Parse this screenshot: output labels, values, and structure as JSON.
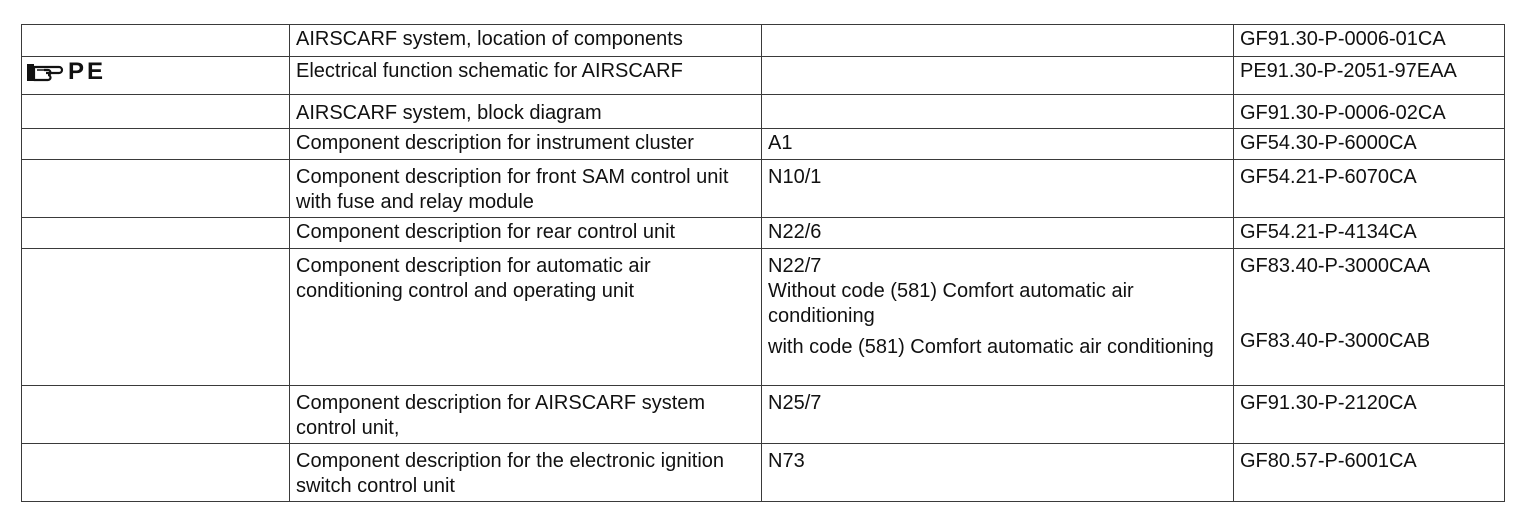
{
  "rows": [
    {
      "marker": "",
      "title": "AIRSCARF system, location of components",
      "code": "",
      "ref": "GF91.30-P-0006-01CA"
    },
    {
      "marker": "PE",
      "title": "Electrical function schematic for AIRSCARF",
      "code": "",
      "ref": "PE91.30-P-2051-97EAA"
    },
    {
      "marker": "",
      "title": "AIRSCARF system, block diagram",
      "code": "",
      "ref": "GF91.30-P-0006-02CA"
    },
    {
      "marker": "",
      "title": "Component description for instrument cluster",
      "code": "A1",
      "ref": "GF54.30-P-6000CA"
    },
    {
      "marker": "",
      "title": "Component description for front SAM control unit with fuse and relay module",
      "code": "N10/1",
      "ref": "GF54.21-P-6070CA"
    },
    {
      "marker": "",
      "title": "Component description for rear control unit",
      "code": "N22/6",
      "ref": "GF54.21-P-4134CA"
    },
    {
      "marker": "",
      "title": "Component description for automatic air conditioning control and operating unit",
      "code": "N22/7",
      "variants": [
        {
          "text": "Without code (581) Comfort automatic air conditioning",
          "ref": "GF83.40-P-3000CAA"
        },
        {
          "text": "with code (581) Comfort automatic air conditioning",
          "ref": "GF83.40-P-3000CAB"
        }
      ]
    },
    {
      "marker": "",
      "title": "Component description for AIRSCARF system control unit,",
      "code": "N25/7",
      "ref": "GF91.30-P-2120CA"
    },
    {
      "marker": "",
      "title": "Component description for the electronic ignition switch control unit",
      "code": "N73",
      "ref": "GF80.57-P-6001CA"
    }
  ],
  "icons": {
    "pe_marker": "pointing-hand-icon"
  }
}
